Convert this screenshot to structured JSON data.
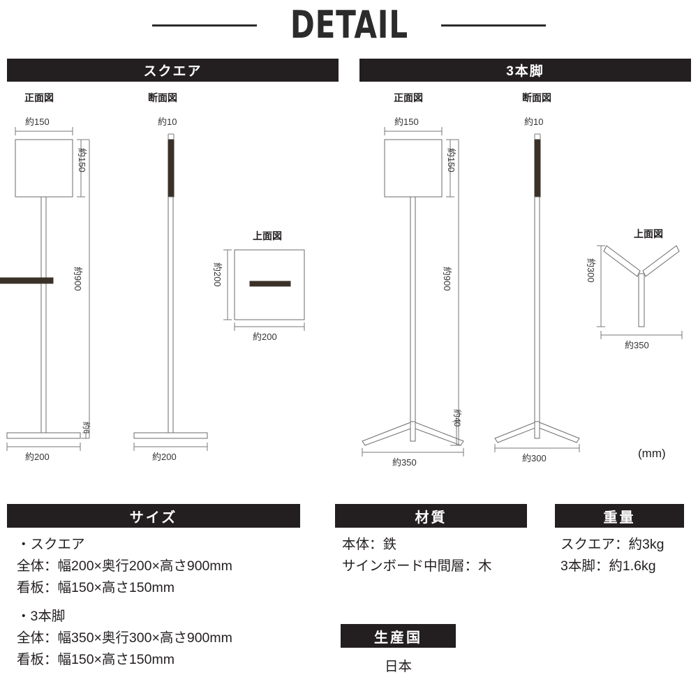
{
  "header": {
    "title": "DETAIL"
  },
  "sections": [
    {
      "id": "square",
      "label": "スクエア"
    },
    {
      "id": "tripod",
      "label": "3本脚"
    }
  ],
  "views": {
    "front": "正面図",
    "section": "断面図",
    "top": "上面図"
  },
  "unit_note": "(mm)",
  "square_diagram": {
    "front": {
      "view_label": "正面図",
      "board_width": "約150",
      "board_height": "約150",
      "total_height": "約900",
      "base_width": "約200",
      "base_thickness": "約6"
    },
    "section": {
      "view_label": "断面図",
      "board_thickness": "約10",
      "base_width": "約200"
    },
    "top": {
      "view_label": "上面図",
      "depth": "約200",
      "width": "約200"
    }
  },
  "tripod_diagram": {
    "front": {
      "view_label": "正面図",
      "board_width": "約150",
      "board_height": "約150",
      "total_height": "約900",
      "base_width": "約350",
      "leg_height": "約40"
    },
    "section": {
      "view_label": "断面図",
      "board_thickness": "約10",
      "base_width": "約300"
    },
    "top": {
      "view_label": "上面図",
      "depth": "約300",
      "width": "約350"
    }
  },
  "specs": {
    "size": {
      "heading": "サイズ",
      "lines": [
        "・スクエア",
        "全体：幅200×奥行200×高さ900mm",
        "看板：幅150×高さ150mm",
        "・3本脚",
        "全体：幅350×奥行300×高さ900mm",
        "看板：幅150×高さ150mm"
      ]
    },
    "material": {
      "heading": "材質",
      "lines": [
        "本体：鉄",
        "サインボード中間層：木"
      ]
    },
    "weight": {
      "heading": "重量",
      "lines": [
        "スクエア：約3kg",
        "3本脚：約1.6kg"
      ]
    },
    "country": {
      "heading": "生産国",
      "lines": [
        "日本"
      ]
    }
  },
  "colors": {
    "ink": "#231f20",
    "line": "#555555",
    "board_edge": "#332b26"
  }
}
